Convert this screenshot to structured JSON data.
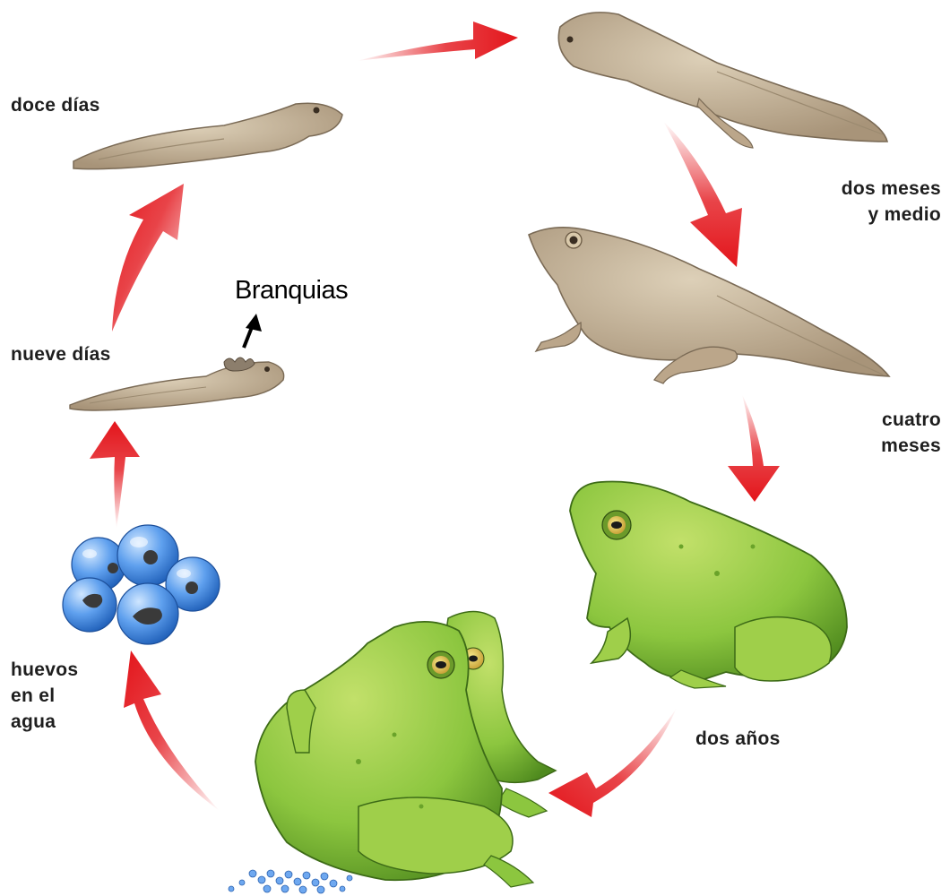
{
  "labels": {
    "doce_dias": "doce días",
    "dos_meses": [
      "dos meses",
      "y medio"
    ],
    "nueve_dias": "nueve días",
    "cuatro_meses": [
      "cuatro",
      "meses"
    ],
    "dos_anos": "dos años",
    "huevos": [
      "huevos",
      "en el",
      "agua"
    ],
    "branquias": "Branquias"
  },
  "icons": [
    "tadpole-icon",
    "frog-icon",
    "egg-cluster-icon",
    "arrow-icon"
  ],
  "colors": {
    "arrow": "#e3151b",
    "tadpole": "#c7b69b",
    "frog": "#8cc63f",
    "egg": "#4f95e8"
  }
}
